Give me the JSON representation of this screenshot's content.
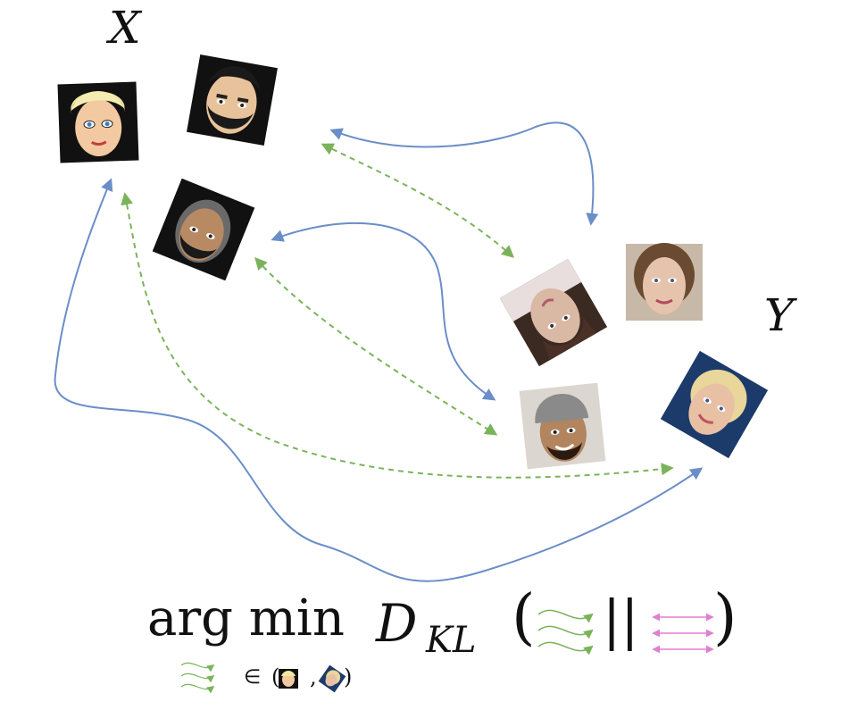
{
  "sets": {
    "x_label": "X",
    "y_label": "Y"
  },
  "faces_x": [
    {
      "kind": "cartoon",
      "hair": "blonde",
      "skin": "#f2c9a0"
    },
    {
      "kind": "cartoon",
      "hair": "dark-beard",
      "skin": "#e8c29a"
    },
    {
      "kind": "cartoon",
      "hair": "bald-beard",
      "skin": "#b88a63"
    }
  ],
  "faces_y": [
    {
      "kind": "photo",
      "hair": "brown-long",
      "skin": "#d9b8a4",
      "rotated": true
    },
    {
      "kind": "photo",
      "hair": "brown",
      "skin": "#e6c3ad"
    },
    {
      "kind": "photo",
      "hair": "beanie",
      "skin": "#b2855f"
    },
    {
      "kind": "photo",
      "hair": "blonde",
      "skin": "#e8c0a4"
    }
  ],
  "colors": {
    "solid_arrow": "#6a8ec8",
    "dashed_arrow": "#7bb35a",
    "pink_arrow": "#e07fd0"
  },
  "formula": {
    "argmin": "arg min",
    "D": "D",
    "sub": "KL",
    "open_paren": "(",
    "bars": "||",
    "close_paren": ")",
    "in_symbol": "∈",
    "open_small": "(",
    "comma": ",",
    "close_small": ")"
  }
}
